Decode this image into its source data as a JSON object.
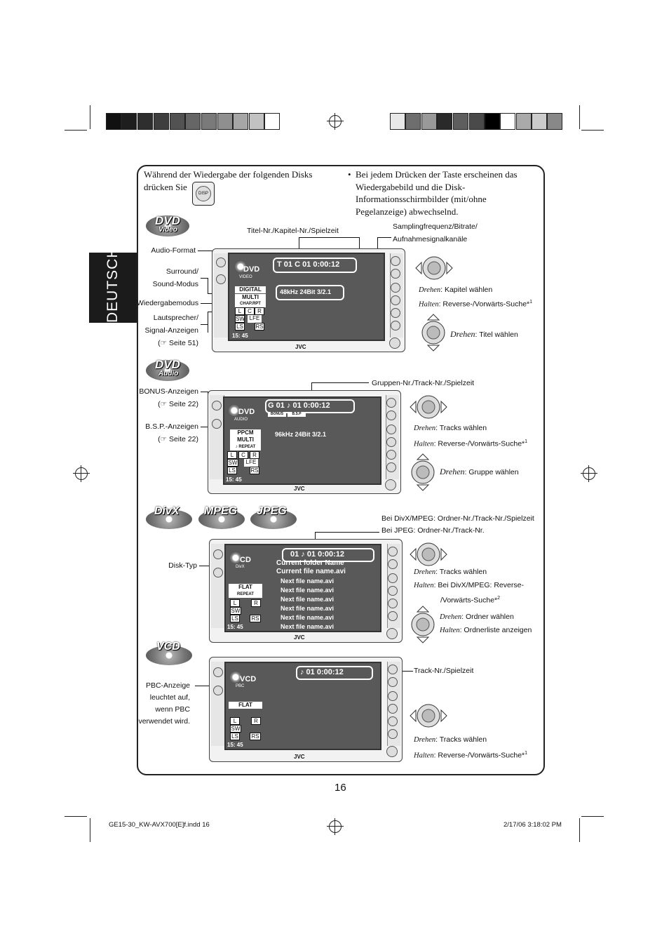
{
  "side_tab": "DEUTSCH",
  "intro_left": {
    "text": "Während der Wiedergabe der folgenden Disks drücken Sie",
    "button_label": "DISP"
  },
  "intro_right": "Bei jedem Drücken der Taste erscheinen das Wiedergabebild und die Disk-Informationsschirmbilder (mit/ohne Pegelanzeige) abwechselnd.",
  "sections": {
    "dvd_video": {
      "logo": "DVD",
      "logo_sub": "Video",
      "labels": {
        "titel": "Titel-Nr./Kapitel-Nr./Spielzeit",
        "sampling": "Samplingfrequenz/Bitrate/",
        "sampling2": "Aufnahmesignalkanäle",
        "audio": "Audio-Format",
        "surround1": "Surround/",
        "surround2": "Sound-Modus",
        "wieder": "Wiedergabemodus",
        "laut1": "Lautsprecher/",
        "laut2": "Signal-Anzeigen",
        "laut3": "(☞ Seite 51)"
      },
      "screen": {
        "disc": "DVD",
        "disc_sub": "VIDEO",
        "tc": "T 01   C 01   0:00:12",
        "fmt": "DIGITAL",
        "mode": "MULTI",
        "rpt": "CHAP.RPT",
        "rate": "48kHz  24Bit   3/2.1",
        "time": "15: 45",
        "brand": "JVC"
      },
      "control": {
        "drehen1": "Drehen",
        "drehen1_t": ": Kapitel wählen",
        "halten1": "Halten",
        "halten1_t": ": Reverse-/Vorwärts-Suche*",
        "sup1": "1",
        "drehen2": "Drehen",
        "drehen2_t": ": Titel wählen"
      }
    },
    "dvd_audio": {
      "logo": "DVD",
      "logo_sub": "Audio",
      "labels": {
        "gruppen": "Gruppen-Nr./Track-Nr./Spielzeit",
        "bonus1": "BONUS-Anzeigen",
        "bonus2": "(☞ Seite 22)",
        "bsp1": "B.S.P.-Anzeigen",
        "bsp2": "(☞ Seite 22)"
      },
      "screen": {
        "disc": "DVD",
        "disc_sub": "AUDIO",
        "tc": "G 01  ♪ 01    0:00:12",
        "bonus": "BONUS",
        "bsp": "B.S.P",
        "fmt": "PPCM",
        "mode": "MULTI",
        "rpt": "♪ REPEAT",
        "rate": "96kHz  24Bit   3/2.1",
        "time": "15: 45",
        "brand": "JVC"
      },
      "control": {
        "drehen1": "Drehen",
        "drehen1_t": ": Tracks wählen",
        "halten1": "Halten",
        "halten1_t": ": Reverse-/Vorwärts-Suche*",
        "sup1": "1",
        "drehen2": "Drehen",
        "drehen2_t": ": Gruppe wählen"
      }
    },
    "divx": {
      "logos": [
        "DivX",
        "MPEG",
        "JPEG"
      ],
      "labels": {
        "bei1": "Bei DivX/MPEG: Ordner-Nr./Track-Nr./Spielzeit",
        "bei2": "Bei JPEG: Ordner-Nr./Track-Nr.",
        "disktyp": "Disk-Typ"
      },
      "screen": {
        "disc": "CD",
        "disc_sub": "DivX",
        "tc": "01   ♪ 01    0:00:12",
        "folder": "Current folder Name",
        "file": "Current file name.avi",
        "next": [
          "Next file name.avi",
          "Next file name.avi",
          "Next file name.avi",
          "Next file name.avi",
          "Next file name.avi",
          "Next file name.avi"
        ],
        "flat": "FLAT",
        "rpt": "REPEAT",
        "time": "15: 45",
        "brand": "JVC"
      },
      "control": {
        "drehen1": "Drehen",
        "drehen1_t": ": Tracks wählen",
        "halten1": "Halten",
        "halten1_t": ": Bei DivX/MPEG: Reverse-",
        "halten1_t2": "/Vorwärts-Suche*",
        "sup1": "2",
        "drehen2": "Drehen",
        "drehen2_t": ": Ordner wählen",
        "halten2": "Halten",
        "halten2_t": ": Ordnerliste anzeigen"
      }
    },
    "vcd": {
      "logo": "VCD",
      "labels": {
        "track": "Track-Nr./Spielzeit",
        "pbc1": "PBC-Anzeige",
        "pbc2": "leuchtet auf,",
        "pbc3": "wenn PBC",
        "pbc4": "verwendet wird."
      },
      "screen": {
        "disc": "VCD",
        "disc_sub": "PBC",
        "tc": "♪ 01         0:00:12",
        "flat": "FLAT",
        "time": "15: 45",
        "brand": "JVC"
      },
      "control": {
        "drehen1": "Drehen",
        "drehen1_t": ": Tracks wählen",
        "halten1": "Halten",
        "halten1_t": ": Reverse-/Vorwärts-Suche*",
        "sup1": "1"
      }
    }
  },
  "page_number": "16",
  "footer": {
    "left": "GE15-30_KW-AVX700[E]f.indd   16",
    "right": "2/17/06   3:18:02 PM"
  }
}
